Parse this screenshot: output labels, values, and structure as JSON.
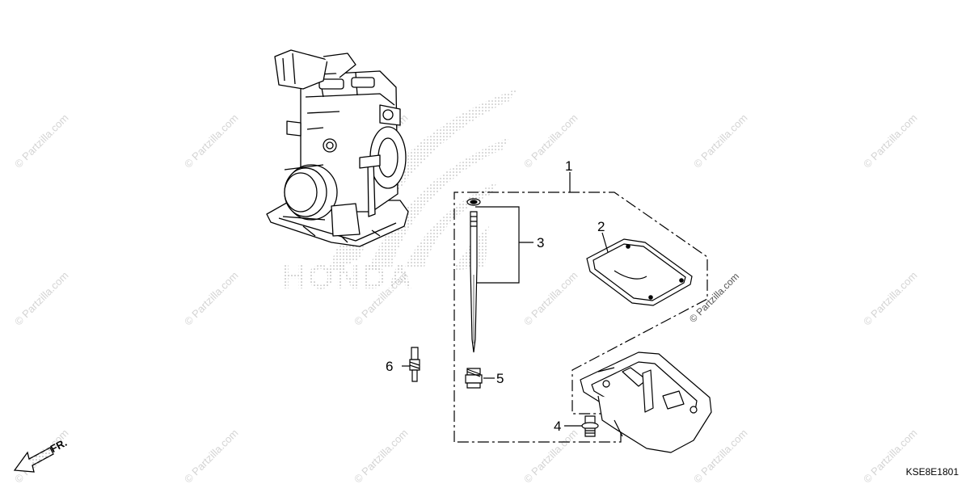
{
  "watermark": "© Partzilla.com",
  "diagram_code": "KSE8E1801",
  "brand_watermark": "HONDA",
  "direction_label": "FR.",
  "callouts": [
    "1",
    "2",
    "3",
    "4",
    "5",
    "6"
  ],
  "colors": {
    "line": "#000000",
    "watermark": "#d4d4d4",
    "background": "#ffffff"
  }
}
